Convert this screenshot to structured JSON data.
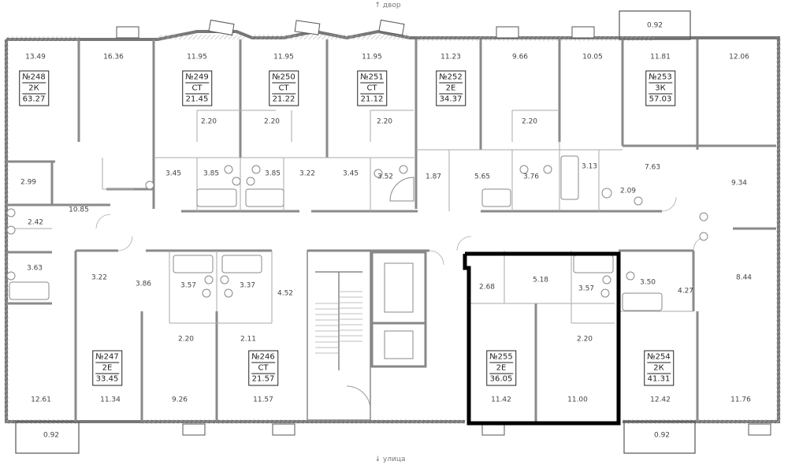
{
  "orientation": {
    "top": "↑ двор",
    "bottom": "↓ улица"
  },
  "apartments": [
    {
      "id": "248",
      "number": "№248",
      "type": "2К",
      "area": "63.27"
    },
    {
      "id": "249",
      "number": "№249",
      "type": "СТ",
      "area": "21.45"
    },
    {
      "id": "250",
      "number": "№250",
      "type": "СТ",
      "area": "21.22"
    },
    {
      "id": "251",
      "number": "№251",
      "type": "СТ",
      "area": "21.12"
    },
    {
      "id": "252",
      "number": "№252",
      "type": "2Е",
      "area": "34.37"
    },
    {
      "id": "253",
      "number": "№253",
      "type": "3К",
      "area": "57.03"
    },
    {
      "id": "247",
      "number": "№247",
      "type": "2Е",
      "area": "33.45"
    },
    {
      "id": "246",
      "number": "№246",
      "type": "СТ",
      "area": "21.57"
    },
    {
      "id": "255",
      "number": "№255",
      "type": "2Е",
      "area": "36.05"
    },
    {
      "id": "254",
      "number": "№254",
      "type": "2К",
      "area": "41.31"
    }
  ],
  "room_areas": [
    "13.49",
    "16.36",
    "11.95",
    "11.95",
    "11.95",
    "11.23",
    "9.66",
    "10.05",
    "11.81",
    "12.06",
    "0.92",
    "2.20",
    "2.20",
    "2.20",
    "2.20",
    "2.99",
    "10.85",
    "3.45",
    "3.85",
    "3.85",
    "3.22",
    "3.45",
    "3.52",
    "1.87",
    "5.65",
    "3.76",
    "3.13",
    "7.63",
    "9.34",
    "2.09",
    "2.42",
    "3.63",
    "3.22",
    "3.86",
    "3.57",
    "3.37",
    "4.52",
    "2.68",
    "5.18",
    "3.57",
    "3.50",
    "4.27",
    "8.44",
    "2.20",
    "2.11",
    "2.20",
    "12.61",
    "11.34",
    "9.26",
    "11.57",
    "11.42",
    "11.00",
    "12.42",
    "11.76",
    "0.92",
    "0.92"
  ],
  "colors": {
    "wall": "#7a7a7a",
    "hatch": "#b8b8b8",
    "thin": "#9a9a9a",
    "highlight": "#000000",
    "fixture": "#888888"
  }
}
